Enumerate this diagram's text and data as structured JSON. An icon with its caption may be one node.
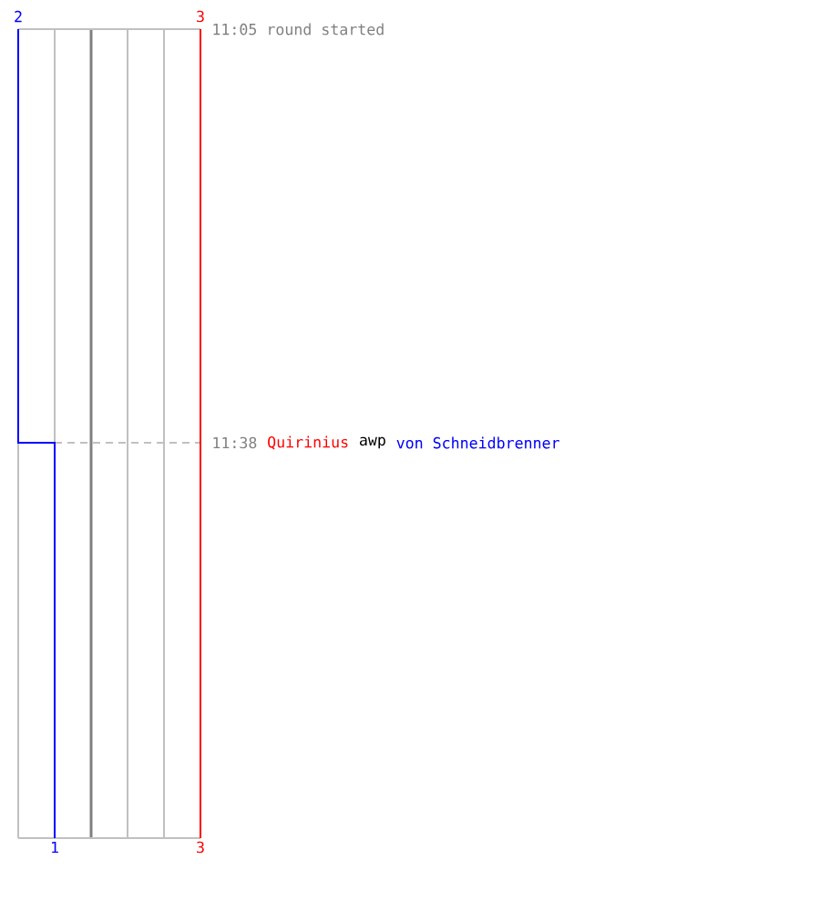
{
  "diagram": {
    "labels": [
      "2",
      "3",
      "11:05 round started",
      "11:38",
      "Quirinius",
      "awp",
      "von Schneidbrenner",
      "1",
      "3"
    ]
  }
}
